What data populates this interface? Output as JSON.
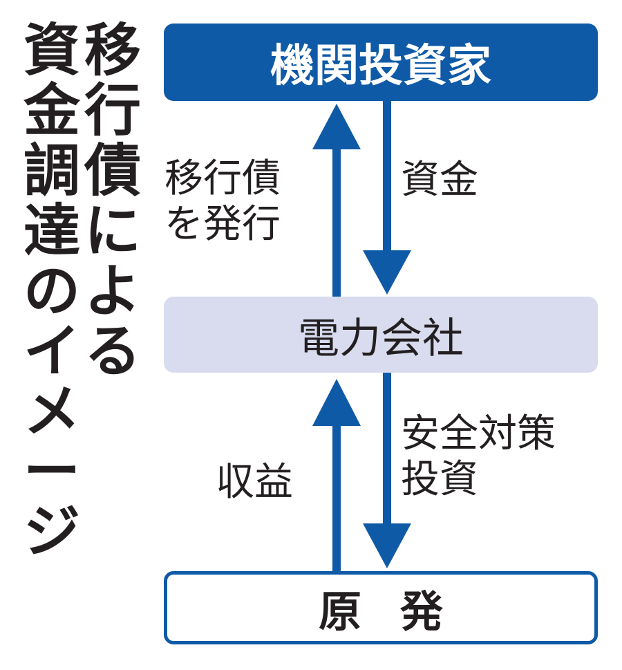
{
  "title": {
    "line1": [
      "移",
      "行",
      "債",
      "に",
      "よ",
      "る"
    ],
    "line2": [
      "資",
      "金",
      "調",
      "達",
      "の",
      "イ",
      "メ",
      "ー",
      "ジ"
    ]
  },
  "nodes": {
    "investor": "機関投資家",
    "power_company": "電力会社",
    "nuclear_plant": "原発"
  },
  "edges": {
    "bond_issue": [
      "移行債",
      "を発行"
    ],
    "funds": "資金",
    "revenue": "収益",
    "safety_investment": [
      "安全対策",
      "投資"
    ]
  },
  "colors": {
    "primary": "#0f5aa7",
    "secondary_fill": "#d9dcef",
    "text": "#231f20"
  }
}
